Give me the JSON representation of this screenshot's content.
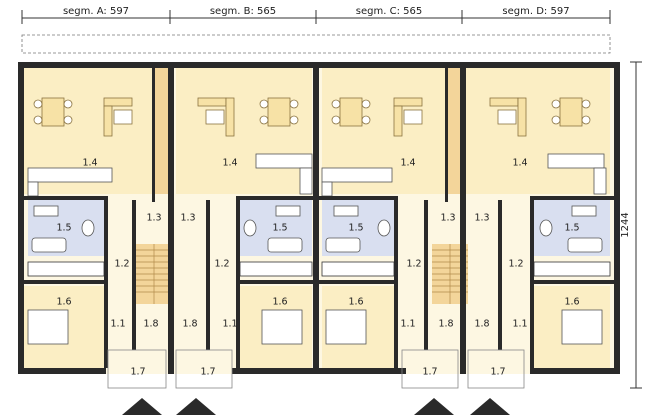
{
  "dimensions": {
    "segments": [
      {
        "label": "segm. A: 597"
      },
      {
        "label": "segm. B: 565"
      },
      {
        "label": "segm. C: 565"
      },
      {
        "label": "segm. D: 597"
      }
    ],
    "depth": "1244"
  },
  "units": [
    {
      "rooms": {
        "living": "1.4",
        "bath": "1.5",
        "hall": "1.2",
        "bedroom": "1.6",
        "wc": "1.1",
        "vestibule": "1.3",
        "stairs_store": "1.8",
        "terrace": "1.7"
      }
    },
    {
      "rooms": {
        "living": "1.4",
        "bath": "1.5",
        "hall": "1.2",
        "bedroom": "1.6",
        "wc": "1.1",
        "vestibule": "1.3",
        "stairs_store": "1.8",
        "terrace": "1.7"
      }
    },
    {
      "rooms": {
        "living": "1.4",
        "bath": "1.5",
        "hall": "1.2",
        "bedroom": "1.6",
        "wc": "1.1",
        "vestibule": "1.3",
        "stairs_store": "1.8",
        "terrace": "1.7"
      }
    },
    {
      "rooms": {
        "living": "1.4",
        "bath": "1.5",
        "hall": "1.2",
        "bedroom": "1.6",
        "wc": "1.1",
        "vestibule": "1.3",
        "stairs_store": "1.8",
        "terrace": "1.7"
      }
    }
  ],
  "colors": {
    "wall": "#2a2a2a",
    "floor_warm": "#fbeec4",
    "floor_light": "#fdf7e2",
    "bath_tile": "#d9dff0",
    "stair": "#f3d59a",
    "furniture": "#f7e2a6"
  }
}
